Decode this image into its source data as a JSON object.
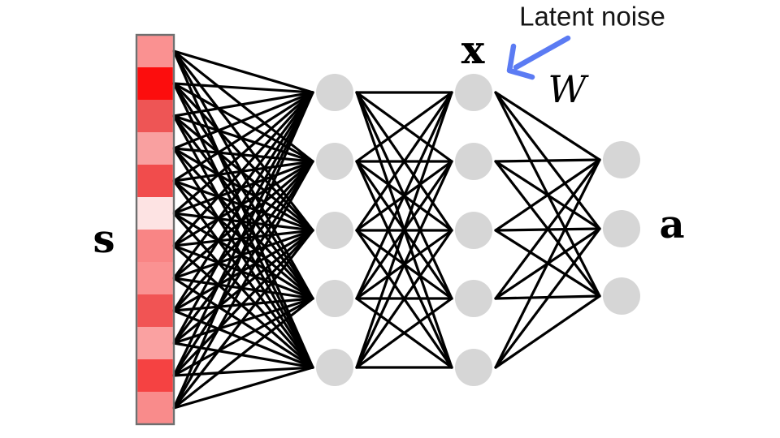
{
  "diagram": {
    "type": "neural-network-figure",
    "labels": {
      "input": "s",
      "latent": "x",
      "output": "a",
      "weights": "W",
      "annotation": "Latent noise"
    },
    "input_vector": {
      "name": "state-vector-s",
      "cells": [
        "#fa9191",
        "#fc0d0d",
        "#ee5555",
        "#f9a0a0",
        "#f14c4c",
        "#fde3e3",
        "#f98585",
        "#fa9292",
        "#f15454",
        "#faa1a1",
        "#f54242",
        "#f98b8b"
      ]
    },
    "layers": [
      {
        "name": "hidden-layer-1",
        "nodes": 5
      },
      {
        "name": "latent-layer-x",
        "nodes": 5
      },
      {
        "name": "output-layer-a",
        "nodes": 3
      }
    ],
    "colors": {
      "background": "#ffffff",
      "node_fill": "#d6d6d6",
      "edge": "#000000",
      "arrow": "#5b7bf3",
      "vector_border": "#6f6f6f",
      "text": "#000000"
    }
  }
}
